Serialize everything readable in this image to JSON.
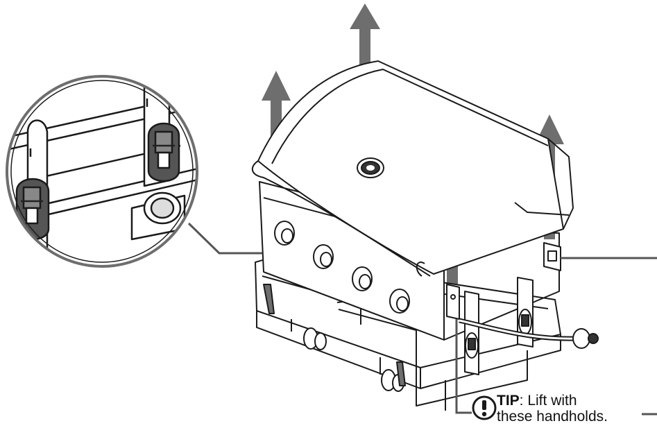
{
  "tip": {
    "label": "TIP",
    "text_line1": ": Lift with",
    "text_line2": "these handholds."
  },
  "icons": {
    "tip_icon": "exclamation-circle-icon",
    "lift_arrows": "up-arrow-icon"
  },
  "colors": {
    "line": "#1a1a1a",
    "arrow": "#6e6e6e",
    "leader": "#555555",
    "background": "#ffffff"
  }
}
